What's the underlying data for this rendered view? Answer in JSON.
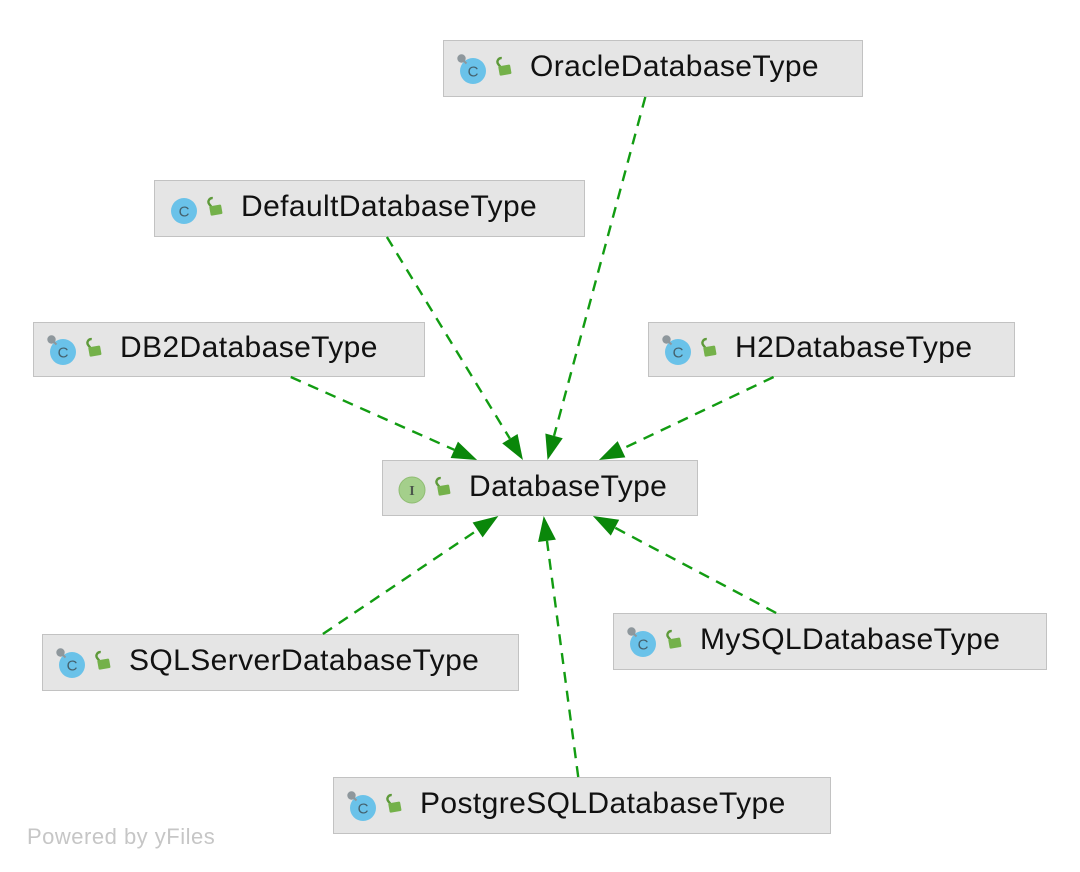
{
  "diagram": {
    "nodes": [
      {
        "id": "oracle",
        "label": "OracleDatabaseType",
        "kind": "class",
        "icon_letter": "C",
        "final_marker": true
      },
      {
        "id": "default",
        "label": "DefaultDatabaseType",
        "kind": "class",
        "icon_letter": "C",
        "final_marker": false
      },
      {
        "id": "db2",
        "label": "DB2DatabaseType",
        "kind": "class",
        "icon_letter": "C",
        "final_marker": true
      },
      {
        "id": "h2",
        "label": "H2DatabaseType",
        "kind": "class",
        "icon_letter": "C",
        "final_marker": true
      },
      {
        "id": "databasetype",
        "label": "DatabaseType",
        "kind": "interface",
        "icon_letter": "I",
        "final_marker": false
      },
      {
        "id": "sqlserver",
        "label": "SQLServerDatabaseType",
        "kind": "class",
        "icon_letter": "C",
        "final_marker": true
      },
      {
        "id": "mysql",
        "label": "MySQLDatabaseType",
        "kind": "class",
        "icon_letter": "C",
        "final_marker": true
      },
      {
        "id": "postgres",
        "label": "PostgreSQLDatabaseType",
        "kind": "class",
        "icon_letter": "C",
        "final_marker": true
      }
    ],
    "edges": [
      {
        "from": "oracle",
        "to": "databasetype"
      },
      {
        "from": "default",
        "to": "databasetype"
      },
      {
        "from": "db2",
        "to": "databasetype"
      },
      {
        "from": "h2",
        "to": "databasetype"
      },
      {
        "from": "sqlserver",
        "to": "databasetype"
      },
      {
        "from": "mysql",
        "to": "databasetype"
      },
      {
        "from": "postgres",
        "to": "databasetype"
      }
    ],
    "colors": {
      "edge_green": "#129c12",
      "arrow_green": "#0a870a",
      "node_fill": "#e5e5e5",
      "node_border": "#c2c2c2",
      "class_icon_blue": "#6ac2e9",
      "interface_icon_green": "#a4cf8b",
      "lock_green": "#74b14a",
      "final_marker_gray": "#8e979c"
    }
  },
  "footer": {
    "text": "Powered by yFiles"
  }
}
